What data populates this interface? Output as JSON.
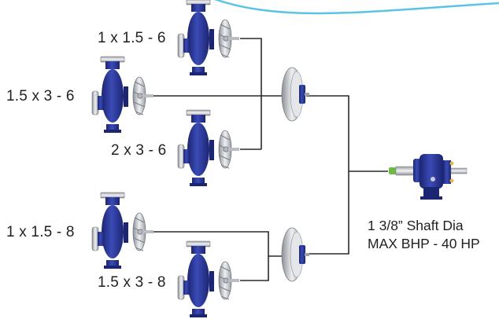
{
  "colors": {
    "pump_blue": "#2b3a9c",
    "pump_blue_dark": "#1c2572",
    "steel": "#c8cbd0",
    "line": "#2a2a2a",
    "arc": "#5cc3e6",
    "shaft_green": "#6dbb45"
  },
  "pumps": [
    {
      "id": "p1",
      "label": "1 x 1.5 - 6"
    },
    {
      "id": "p2",
      "label": "1.5 x 3 - 6"
    },
    {
      "id": "p3",
      "label": "2 x 3 - 6"
    },
    {
      "id": "p4",
      "label": "1 x 1.5 - 8"
    },
    {
      "id": "p5",
      "label": "1.5 x 3 - 8"
    }
  ],
  "power_frame": {
    "line1": "1 3/8” Shaft Dia",
    "line2": "MAX BHP - 40 HP"
  }
}
